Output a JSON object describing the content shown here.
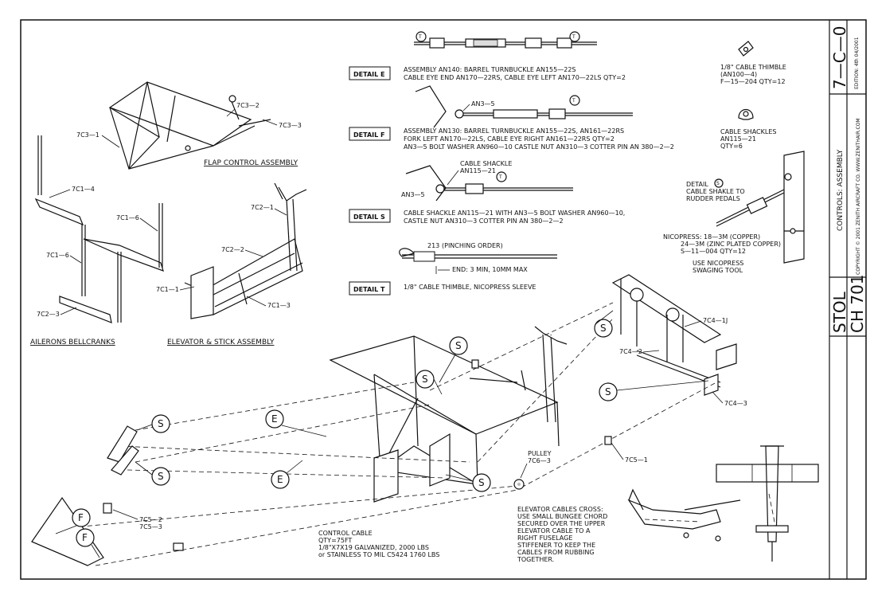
{
  "title_block": {
    "drawing_no": "7—C—0",
    "edition": "EDITION: 4th 04/2001",
    "title": "CONTROLS: ASSEMBLY",
    "copyright": "COPYRIGHT © 2001 ZENITH AIRCRAFT CO.  WWW.ZENITHAIR.COM",
    "model_1": "STOL",
    "model_2": "CH 701"
  },
  "assemblies": {
    "flap": "FLAP CONTROL ASSEMBLY",
    "ailerons": "AILERONS BELLCRANKS",
    "elevator": "ELEVATOR & STICK ASSEMBLY"
  },
  "part_labels": {
    "p7c3_1": "7C3—1",
    "p7c3_2": "7C3—2",
    "p7c3_3": "7C3—3",
    "p7c1_4": "7C1—4",
    "p7c1_6a": "7C1—6",
    "p7c1_6b": "7C1—6",
    "p7c2_1": "7C2—1",
    "p7c2_2": "7C2—2",
    "p7c1_1": "7C1—1",
    "p7c1_3": "7C1—3",
    "p7c2_3": "7C2—3",
    "p7c4_1j": "7C4—1J",
    "p7c4_2": "7C4—2",
    "p7c4_3": "7C4—3",
    "p7c5_1": "7C5—1",
    "p7c5_2": "7C5—2",
    "p7c5_3": "7C5—3",
    "pulley": "PULLEY",
    "p7c6_3": "7C6—3"
  },
  "callouts": {
    "s": "S",
    "e": "E",
    "f": "F",
    "t": "T"
  },
  "details": {
    "e": {
      "tag": "DETAIL   E",
      "line1": "ASSEMBLY AN140: BARREL TURNBUCKLE AN155—22S",
      "line2": "CABLE EYE END AN170—22RS, CABLE EYE LEFT AN170—22LS      QTY=2"
    },
    "f": {
      "tag": "DETAIL   F",
      "line1": "ASSEMBLY AN130: BARREL TURNBUCKLE AN155—22S, AN161—22RS",
      "line2": "FORK LEFT AN170—22LS, CABLE EYE RIGHT AN161—22RS           QTY=2",
      "line3": "AN3—5 BOLT WASHER AN960—10 CASTLE NUT AN310—3 COTTER PIN AN 380—2—2",
      "an35": "AN3—5"
    },
    "s": {
      "tag": "DETAIL   S",
      "line1": "CABLE SHACKLE AN115—21 WITH AN3—5 BOLT WASHER AN960—10,",
      "line2": "CASTLE NUT AN310—3 COTTER PIN AN 380—2—2",
      "cs1": "CABLE SHACKLE",
      "cs2": "AN115—21",
      "an35": "AN3—5"
    },
    "t": {
      "tag": "DETAIL   T",
      "line1": "1/8\" CABLE THIMBLE,  NICOPRESS SLEEVE",
      "order": "(PINCHING ORDER)",
      "order_num": "213",
      "end": "END: 3 MIN, 10MM MAX"
    }
  },
  "notes": {
    "thimble": [
      "1/8\" CABLE THIMBLE",
      "(AN100—4)",
      "F—15—204  QTY=12"
    ],
    "shackles": [
      "CABLE SHACKLES",
      "AN115—21",
      "QTY=6"
    ],
    "detail_s": [
      "DETAIL",
      "CABLE SHAKLE TO",
      "RUDDER PEDALS"
    ],
    "nicopress": [
      "NICOPRESS: 18—3M (COPPER)",
      "24—3M (ZINC PLATED COPPER)",
      "S—11—004  QTY=12",
      "USE NICOPRESS",
      "SWAGING TOOL"
    ],
    "cable": [
      "CONTROL CABLE",
      "QTY=75FT",
      "1/8\"X7X19 GALVANIZED, 2000 LBS",
      "or STAINLESS TO MIL C5424 1760 LBS"
    ],
    "cross": [
      "ELEVATOR CABLES CROSS:",
      "USE SMALL BUNGEE CHORD",
      "SECURED OVER THE UPPER",
      "ELEVATOR CABLE TO A",
      "RIGHT    FUSELAGE",
      "STIFFENER TO KEEP THE",
      "CABLES FROM RUBBING",
      "TOGETHER."
    ]
  }
}
